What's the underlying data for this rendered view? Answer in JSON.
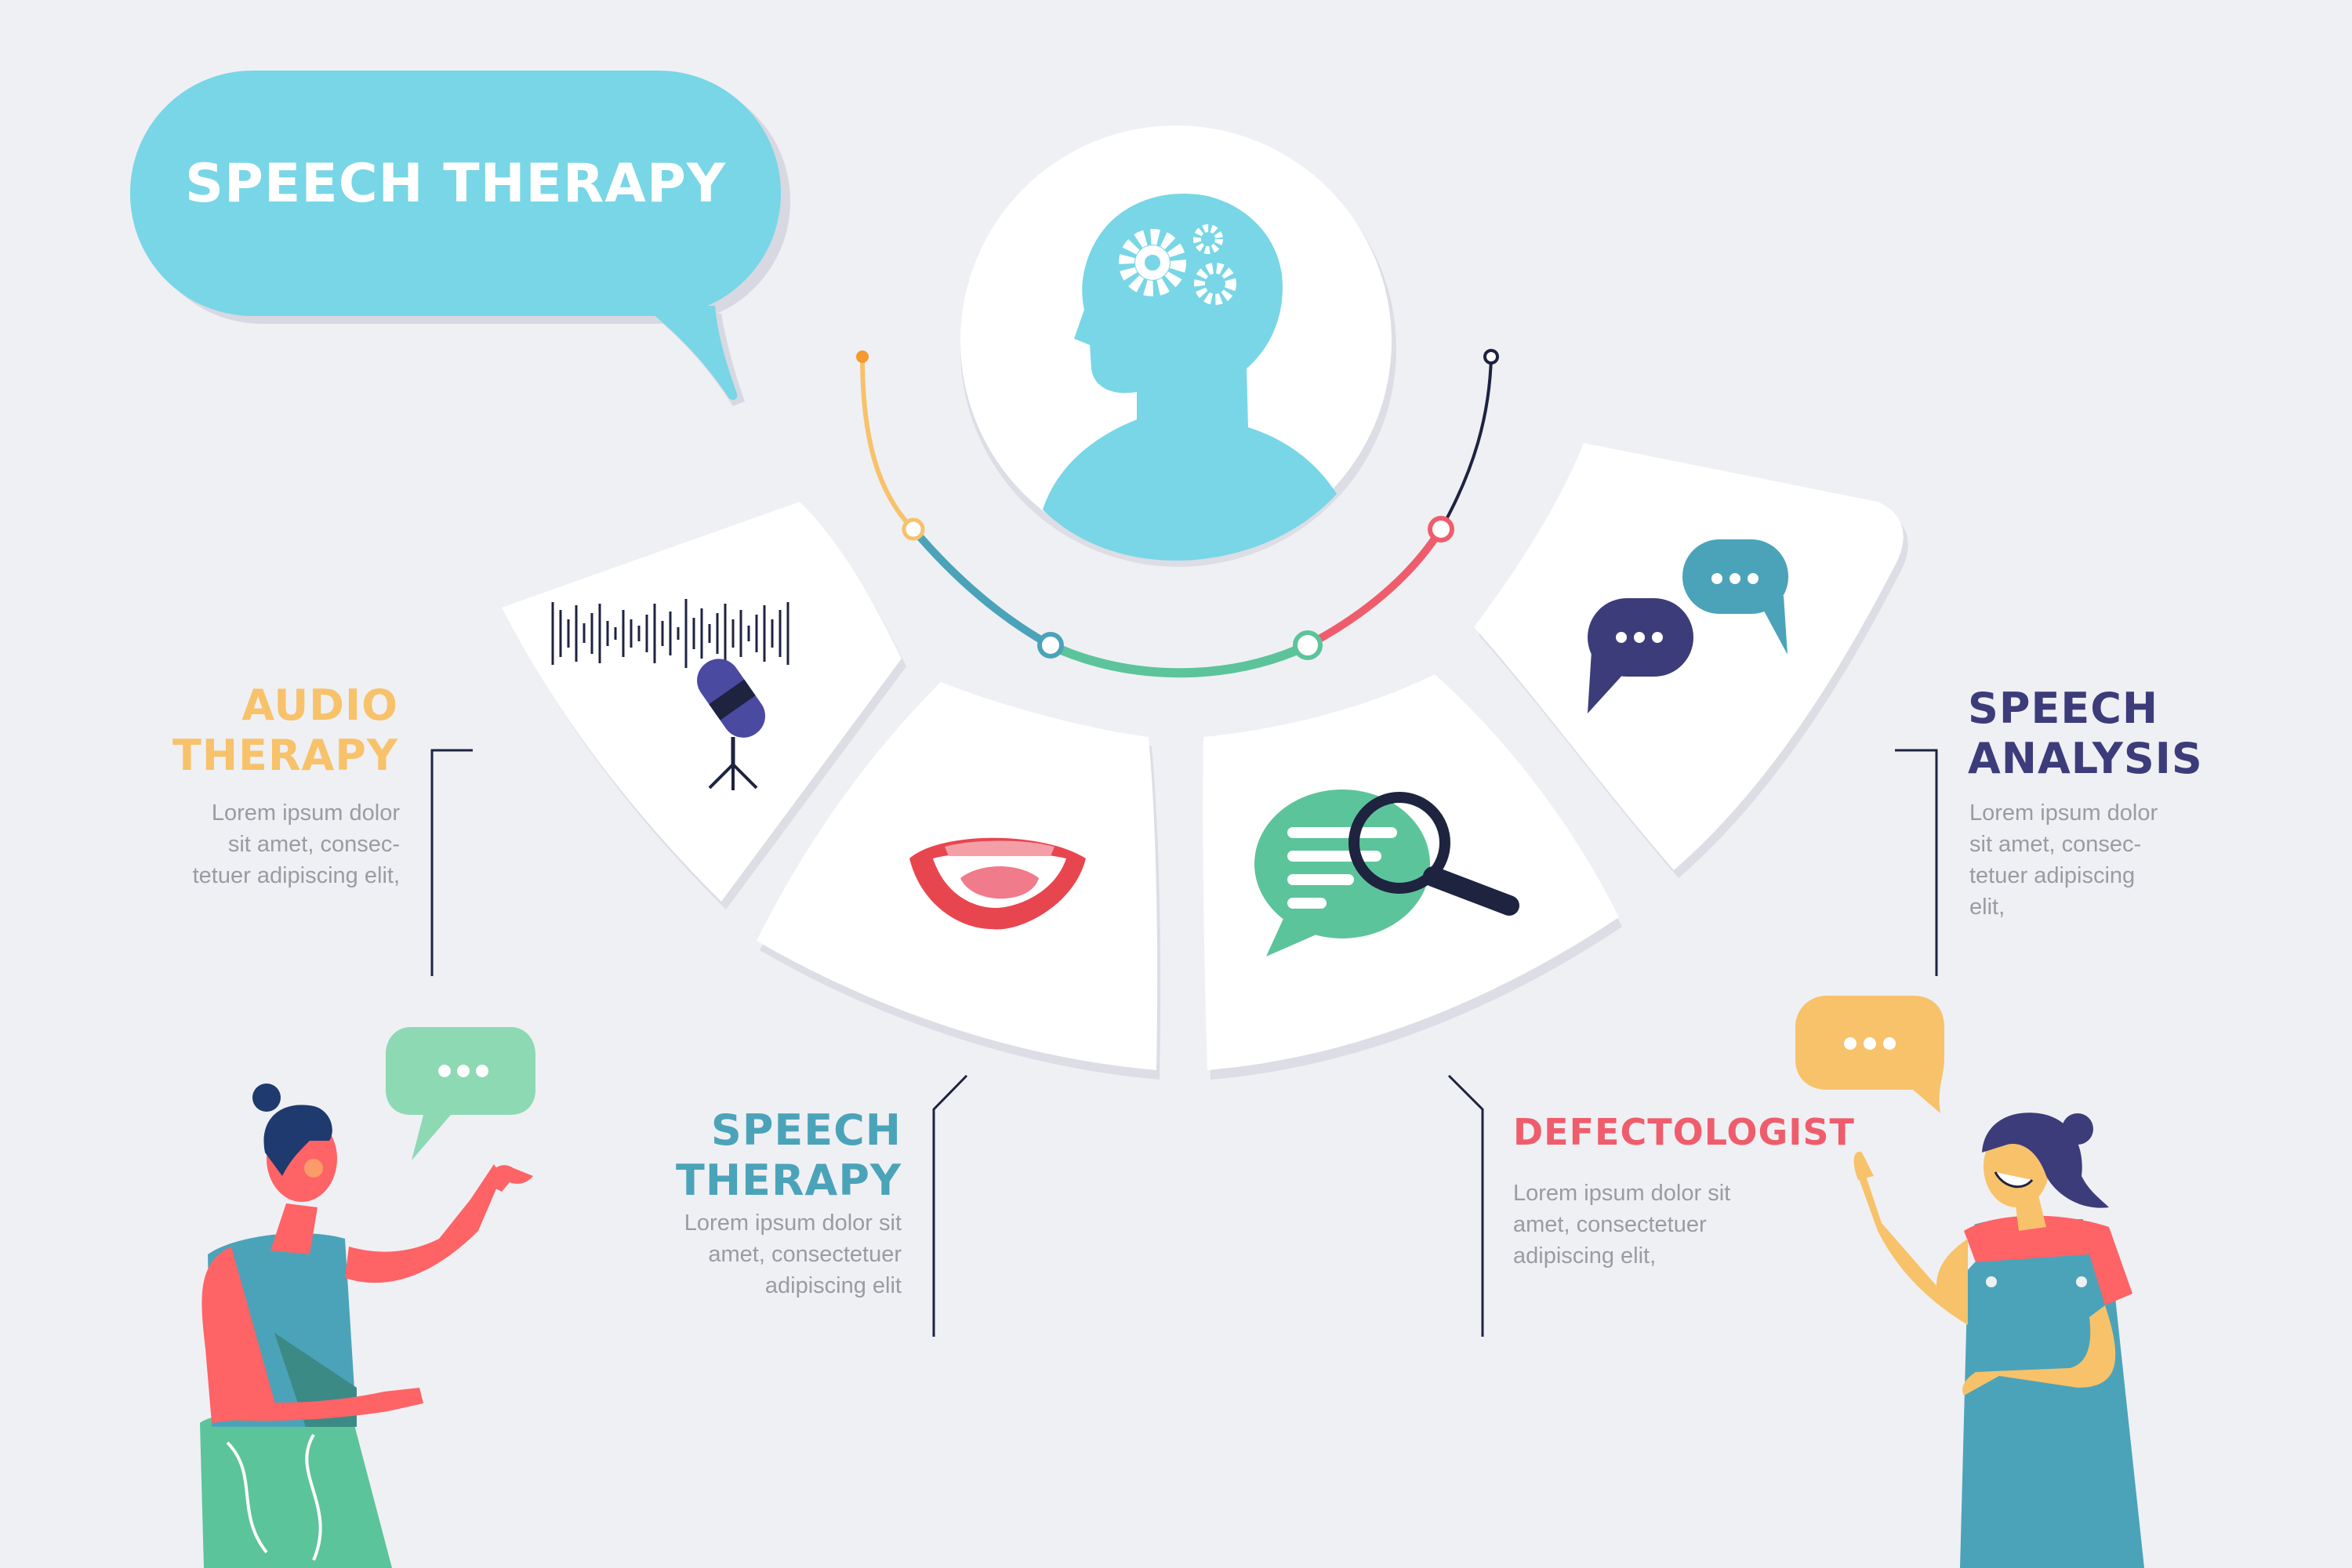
{
  "title": "SPEECH THERAPY",
  "colors": {
    "background": "#eff0f4",
    "title_bubble": "#78d6e6",
    "audio_therapy": "#f7c26a",
    "speech_therapy": "#4ba3b9",
    "defectologist": "#ef5d6c",
    "speech_analysis": "#3d3c7a",
    "head_icon": "#78d6e6"
  },
  "center": {
    "icon": "head-with-gears-icon"
  },
  "sections": [
    {
      "id": "audio-therapy",
      "heading_lines": [
        "AUDIO",
        "THERAPY"
      ],
      "body_lines": [
        "Lorem ipsum dolor",
        "sit amet, consec-",
        "tetuer adipiscing elit,"
      ],
      "icon": "microphone-soundwave-icon"
    },
    {
      "id": "speech-therapy",
      "heading_lines": [
        "SPEECH",
        "THERAPY"
      ],
      "body_lines": [
        "Lorem ipsum dolor sit",
        "amet, consectetuer",
        "adipiscing elit"
      ],
      "icon": "mouth-icon"
    },
    {
      "id": "defectologist",
      "heading_lines": [
        "DEFECTOLOGIST"
      ],
      "body_lines": [
        "Lorem ipsum dolor sit",
        "amet, consectetuer",
        "adipiscing elit,"
      ],
      "icon": "chat-magnifier-icon"
    },
    {
      "id": "speech-analysis",
      "heading_lines": [
        "SPEECH",
        "ANALYSIS"
      ],
      "body_lines": [
        "Lorem ipsum dolor",
        "sit amet, consec-",
        "tetuer adipiscing",
        "elit,"
      ],
      "icon": "chat-bubbles-icon"
    }
  ]
}
